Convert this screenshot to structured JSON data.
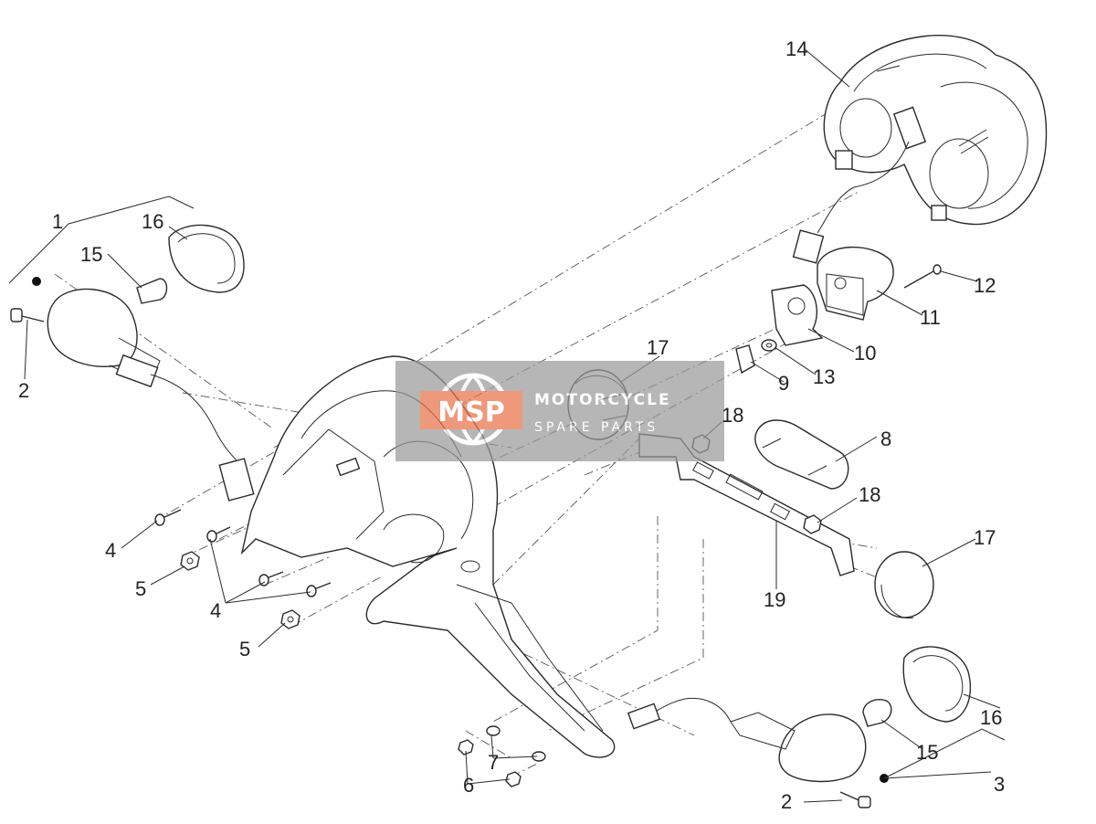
{
  "diagram": {
    "callouts": [
      {
        "id": "c1",
        "label": "1"
      },
      {
        "id": "c2a",
        "label": "2"
      },
      {
        "id": "c2b",
        "label": "2"
      },
      {
        "id": "c3",
        "label": "3"
      },
      {
        "id": "c4a",
        "label": "4"
      },
      {
        "id": "c4b",
        "label": "4"
      },
      {
        "id": "c5a",
        "label": "5"
      },
      {
        "id": "c5b",
        "label": "5"
      },
      {
        "id": "c6",
        "label": "6"
      },
      {
        "id": "c7",
        "label": "7"
      },
      {
        "id": "c8",
        "label": "8"
      },
      {
        "id": "c9",
        "label": "9"
      },
      {
        "id": "c10",
        "label": "10"
      },
      {
        "id": "c11",
        "label": "11"
      },
      {
        "id": "c12",
        "label": "12"
      },
      {
        "id": "c13",
        "label": "13"
      },
      {
        "id": "c14",
        "label": "14"
      },
      {
        "id": "c15a",
        "label": "15"
      },
      {
        "id": "c15b",
        "label": "15"
      },
      {
        "id": "c16a",
        "label": "16"
      },
      {
        "id": "c16b",
        "label": "16"
      },
      {
        "id": "c17a",
        "label": "17"
      },
      {
        "id": "c17b",
        "label": "17"
      },
      {
        "id": "c18a",
        "label": "18"
      },
      {
        "id": "c18b",
        "label": "18"
      },
      {
        "id": "c19",
        "label": "19"
      }
    ]
  },
  "watermark": {
    "logo_text": "MSP",
    "line1": "MOTORCYCLE",
    "line2": "SPARE PARTS",
    "accent_color": "#e8734a",
    "panel_color": "#9a9a9a"
  }
}
